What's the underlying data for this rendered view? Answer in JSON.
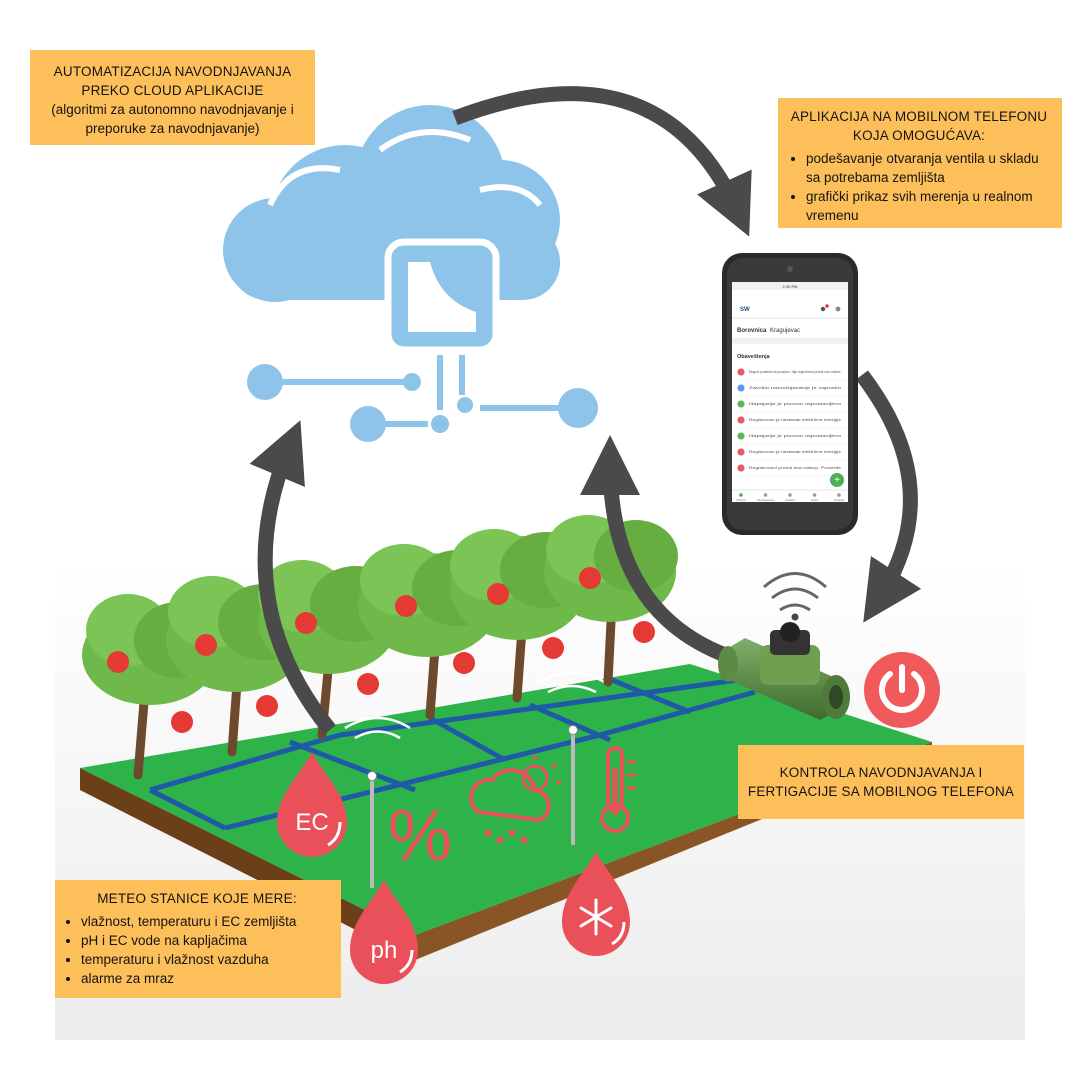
{
  "cloud_box": {
    "title": "AUTOMATIZACIJA NAVODNJAVANJA PREKO CLOUD APLIKACIJE",
    "subtitle": "(algoritmi za autonomno navodnjavanje i preporuke za navodnjavanje)"
  },
  "app_box": {
    "title": "APLIKACIJA NA MOBILNOM TELEFONU KOJA OMOGUĆAVA:",
    "items": [
      "podešavanje otvaranja ventila u skladu sa potrebama zemljišta",
      "grafički prikaz svih merenja u realnom vremenu"
    ]
  },
  "control_box": {
    "title": "KONTROLA NAVODNJAVANJA I FERTIGACIJE SA MOBILNOG TELEFONA"
  },
  "meteo_box": {
    "title": "METEO STANICE KOJE MERE:",
    "items": [
      "vlažnost, temperaturu i EC zemljišta",
      "pH i EC vode na kapljačima",
      "temperaturu i vlažnost vazduha",
      "alarme za mraz"
    ]
  },
  "phone": {
    "status_time": "2:30 PM",
    "logo": "SW",
    "location_bold": "Borovnica",
    "location_rest": "Kragujevac",
    "section_title": "Obaveštenja",
    "notifications": [
      {
        "text": "Mogući problemi sa pumpom. Nije registrovan protok nivo zahtev.",
        "color": "#e85a5a"
      },
      {
        "text": "Završio navodnjavanje je zaposlio",
        "color": "#5a9be8"
      },
      {
        "text": "Napajanje je ponovo uspostavljeno",
        "color": "#5ab85a"
      },
      {
        "text": "Registrovan je nestanak električne energije",
        "color": "#e85a5a"
      },
      {
        "text": "Napajanje je ponovo uspostavljeno",
        "color": "#5ab85a"
      },
      {
        "text": "Registrovan je nestanak električne energije",
        "color": "#e85a5a"
      },
      {
        "text": "Registrovani protok ima odstup. Proverite",
        "color": "#e85a5a"
      }
    ],
    "nav_items": [
      "Početna",
      "Navodnjavanje",
      "Analitika",
      "Ventili",
      "Postavke"
    ]
  },
  "sensor_labels": {
    "ec": "EC",
    "ph": "ph",
    "percent": "%"
  },
  "colors": {
    "box": "#fdbf5a",
    "cloud": "#8ec4ea",
    "grass": "#2eb34a",
    "soil": "#7a4a1e",
    "pipe": "#1f5aa8",
    "sensor_red": "#e9505a",
    "arrow": "#4a4a4a"
  }
}
